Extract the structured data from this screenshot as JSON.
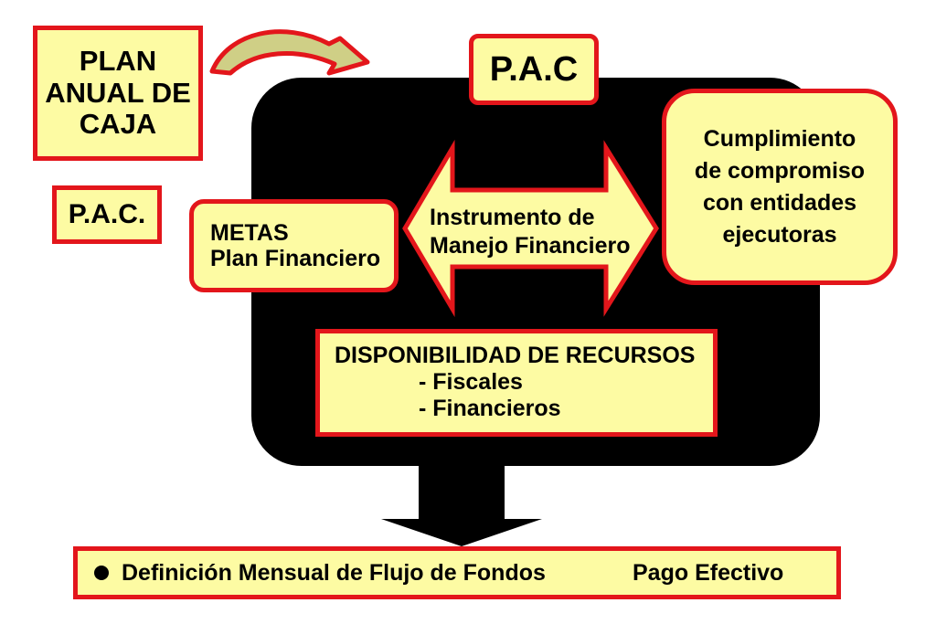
{
  "title_box": {
    "lines": [
      "PLAN",
      "ANUAL DE",
      "CAJA"
    ]
  },
  "abbrev_left": "P.A.C.",
  "pac_header": "P.A.C",
  "metas_box": {
    "line1": "METAS",
    "line2": "Plan Financiero"
  },
  "center_arrow": {
    "line1": "Instrumento de",
    "line2": "Manejo Financiero"
  },
  "right_box": {
    "lines": [
      "Cumplimiento",
      "de compromiso",
      "con entidades",
      "ejecutoras"
    ]
  },
  "resources_box": {
    "title": "DISPONIBILIDAD DE RECURSOS",
    "items": [
      "- Fiscales",
      "- Financieros"
    ]
  },
  "bottom_bar": {
    "left_text": "Definición Mensual de Flujo de Fondos",
    "right_text": "Pago Efectivo"
  },
  "colors": {
    "fill": "#fdfba3",
    "border": "#e3161b",
    "dark_panel": "#000000",
    "curved_arrow_fill": "#cfcf86"
  }
}
